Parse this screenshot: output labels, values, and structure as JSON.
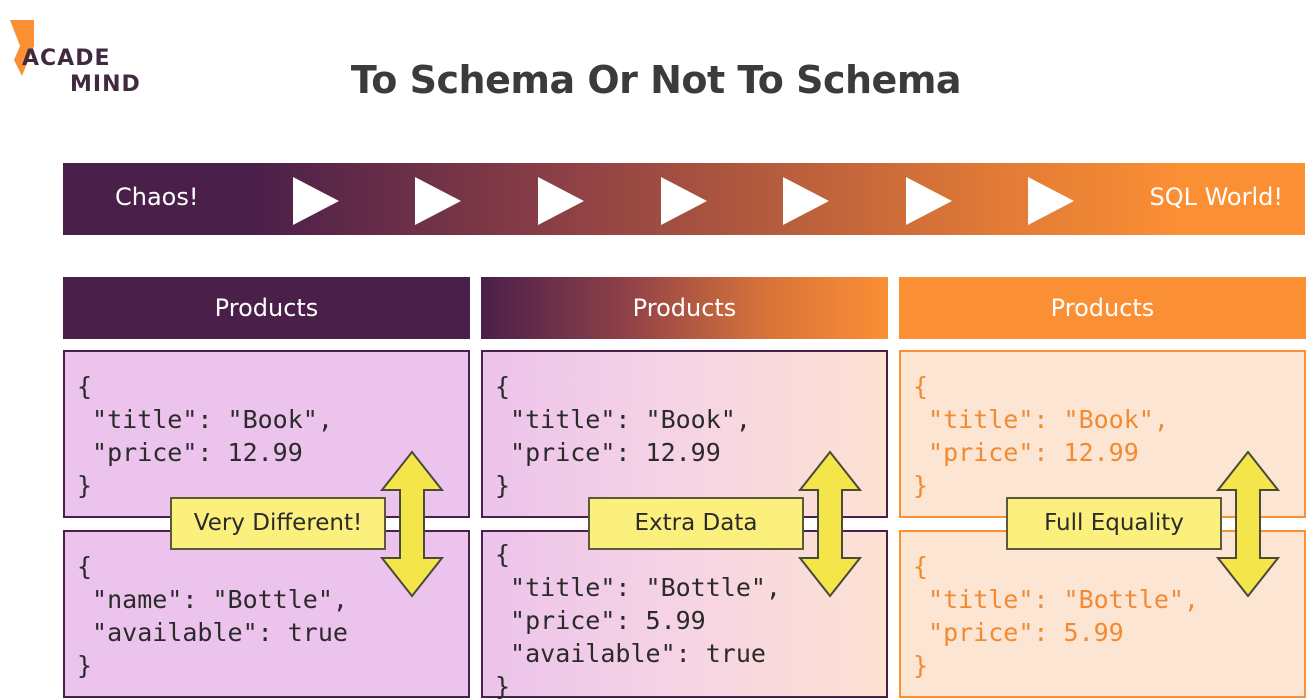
{
  "logo": {
    "line1": "ACADE",
    "line2": "MIND"
  },
  "title": "To Schema Or Not To Schema",
  "spectrum": {
    "left_label": "Chaos!",
    "right_label": "SQL World!",
    "play_count": 7
  },
  "columns": [
    {
      "header": "Products",
      "doc1": "{\n \"title\": \"Book\",\n \"price\": 12.99\n}",
      "doc2": "{\n \"name\": \"Bottle\",\n \"available\": true\n}",
      "label": "Very Different!"
    },
    {
      "header": "Products",
      "doc1": "{\n \"title\": \"Book\",\n \"price\": 12.99\n}",
      "doc2": "{\n \"title\": \"Bottle\",\n \"price\": 5.99\n \"available\": true\n}",
      "label": "Extra Data"
    },
    {
      "header": "Products",
      "doc1": "{\n \"title\": \"Book\",\n \"price\": 12.99\n}",
      "doc2": "{\n \"title\": \"Bottle\",\n \"price\": 5.99\n}",
      "label": "Full Equality"
    }
  ],
  "colors": {
    "purple": "#4a1f4a",
    "orange": "#fb8f34",
    "label_yellow": "#fbf07e"
  }
}
